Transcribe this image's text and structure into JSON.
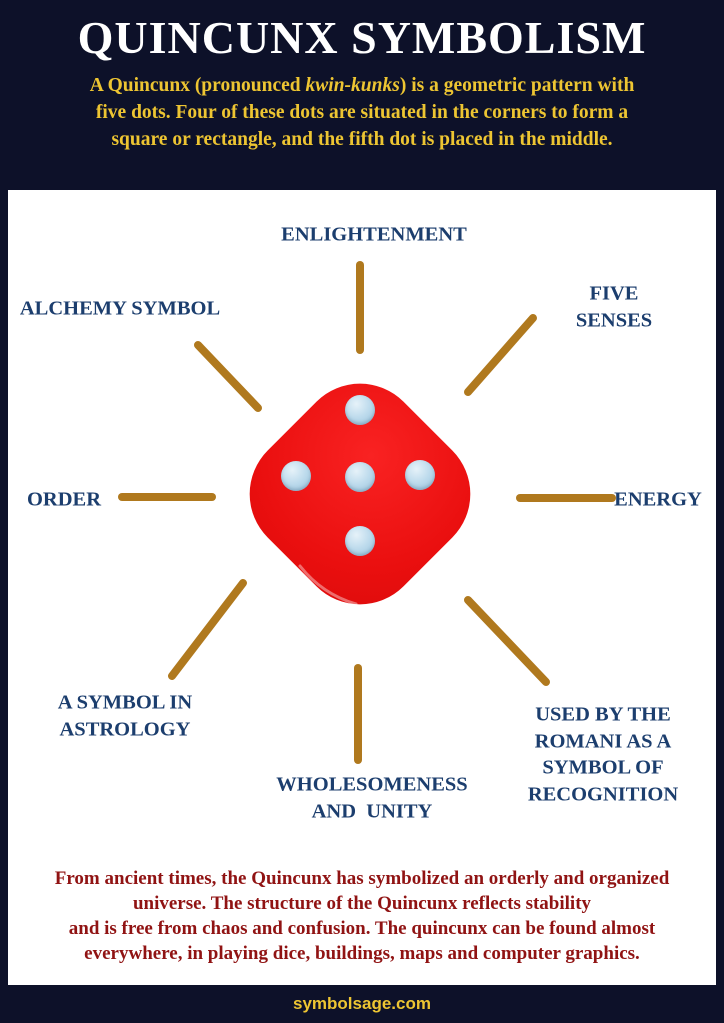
{
  "header": {
    "title": "QUINCUNX SYMBOLISM",
    "intro_pre": "A Quincunx (pronounced ",
    "intro_italic": "kwin-kunks",
    "intro_post": ") is a geometric pattern with\nfive dots. Four of these dots are situated in the corners to form a\nsquare or rectangle, and the fifth dot is placed in the middle."
  },
  "diagram": {
    "center_icon": "five-pip-die",
    "labels": {
      "enlightenment": "ENLIGHTENMENT",
      "alchemy": "ALCHEMY SYMBOL",
      "five_senses": "FIVE SENSES",
      "order": "ORDER",
      "energy": "ENERGY",
      "astrology": "A SYMBOL IN\nASTROLOGY",
      "wholesomeness": "WHOLESOMENESS\nAND  UNITY",
      "romani": "USED BY THE\nROMANI AS A\nSYMBOL OF\nRECOGNITION"
    }
  },
  "summary": "From ancient times, the Quincunx has symbolized an orderly and organized\nuniverse. The structure of the Quincunx reflects stability\nand is free from chaos and confusion. The quincunx can be found almost\neverywhere, in playing dice, buildings, maps and computer graphics.",
  "footer": {
    "site": "symbolsage.com"
  },
  "colors": {
    "background_navy": "#0d1129",
    "accent_gold": "#edc532",
    "dice_red": "#ea0f0f",
    "pip_blue": "#bcdaec",
    "connector_gold": "#b0791e",
    "label_blue": "#1c3e6e",
    "summary_red": "#901313"
  }
}
